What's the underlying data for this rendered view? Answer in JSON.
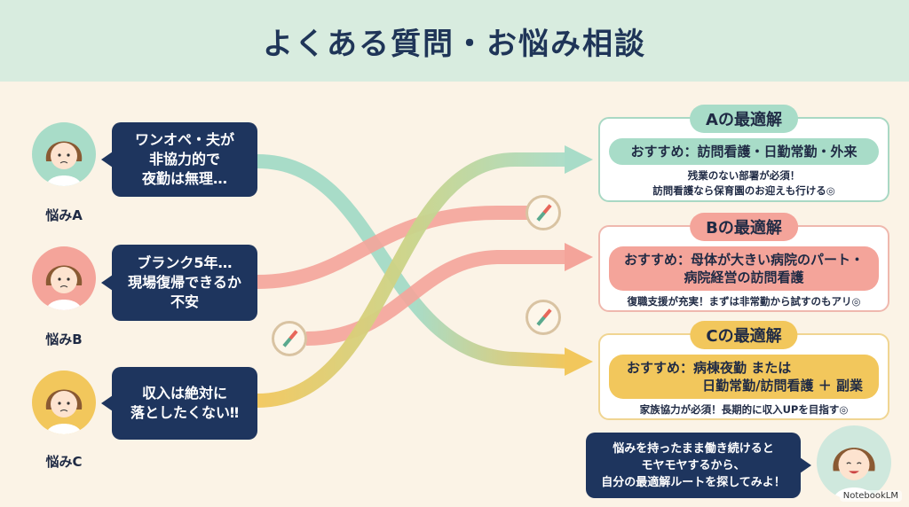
{
  "title": "よくある質問・お悩み相談",
  "worries": [
    {
      "label": "悩みA",
      "lines": [
        "ワンオペ・夫が",
        "非協力的で",
        "夜勤は無理…"
      ],
      "color": "#a8dcc8"
    },
    {
      "label": "悩みB",
      "lines": [
        "ブランク5年…",
        "現場復帰できるか",
        "不安"
      ],
      "color": "#f4a49a"
    },
    {
      "label": "悩みC",
      "lines": [
        "収入は絶対に",
        "落としたくない‼"
      ],
      "color": "#f2c75c"
    }
  ],
  "answers": [
    {
      "title": "Aの最適解",
      "rec": [
        "おすすめ：訪問看護・日勤常勤・外来"
      ],
      "note": [
        "残業のない部署が必須！",
        "訪問看護なら保育園のお迎えも行ける◎"
      ],
      "color": "#8fd2b8",
      "border": "#a9d8c4"
    },
    {
      "title": "Bの最適解",
      "rec": [
        "おすすめ：母体が大きい病院のパート・",
        "病院経営の訪問看護"
      ],
      "note": [
        "復職支援が充実！まずは非常勤から試すのもアリ◎"
      ],
      "color": "#f29d90",
      "border": "#efb8ae"
    },
    {
      "title": "Cの最適解",
      "rec": [
        "おすすめ：病棟夜勤 または",
        "日勤常勤/訪問看護 ＋ 副業"
      ],
      "note": [
        "家族協力が必須！長期的に収入UPを目指す◎"
      ],
      "color": "#f1c65a",
      "border": "#f0d592"
    }
  ],
  "advice": [
    "悩みを持ったまま働き続けると",
    "モヤモヤするから、",
    "自分の最適解ルートを探してみよ！"
  ],
  "brand": "NotebookLM"
}
